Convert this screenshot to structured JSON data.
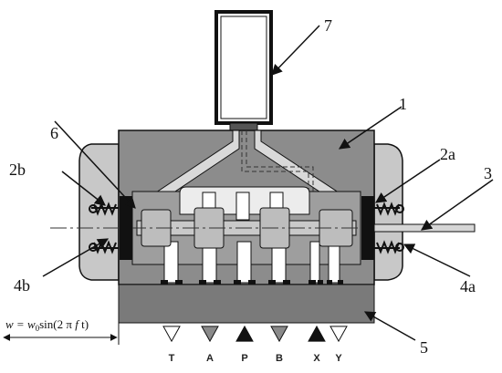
{
  "callouts": {
    "c1": "1",
    "c2a": "2a",
    "c2b": "2b",
    "c3": "3",
    "c4a": "4a",
    "c4b": "4b",
    "c5": "5",
    "c6": "6",
    "c7": "7"
  },
  "ports": [
    {
      "label": "T",
      "symbol": "open-triangle-down"
    },
    {
      "label": "A",
      "symbol": "filled-triangle-down"
    },
    {
      "label": "P",
      "symbol": "filled-triangle-up"
    },
    {
      "label": "B",
      "symbol": "filled-triangle-down"
    },
    {
      "label": "X",
      "symbol": "filled-triangle-up"
    },
    {
      "label": "Y",
      "symbol": "open-triangle-down"
    }
  ],
  "formula": {
    "w_prefix": "w = w",
    "subscript": "0",
    "sin_part": "sin(2 π ",
    "f": "f",
    "t_part": " t)"
  },
  "colors": {
    "body": "#8c8c8c",
    "body_dark": "#6e6e6e",
    "end_cap": "#c8c8c8",
    "spool": "#bdbdbd",
    "base": "#7a7a7a",
    "line": "#111111"
  }
}
